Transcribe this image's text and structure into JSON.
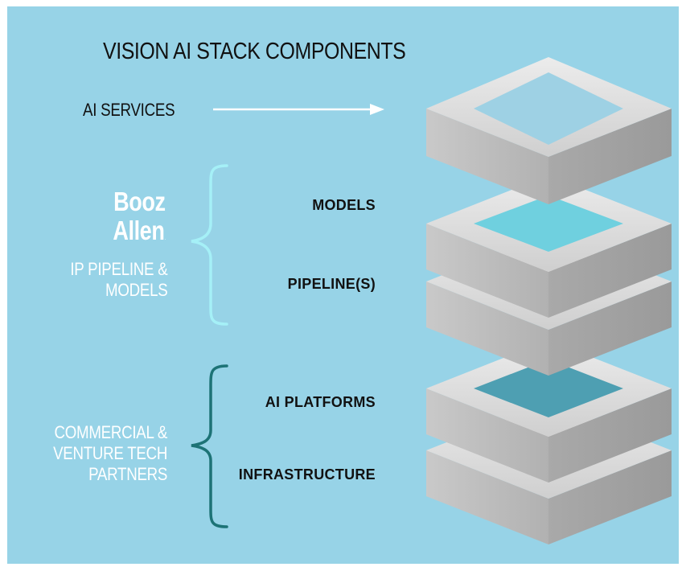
{
  "title": "VISION AI STACK COMPONENTS",
  "ai_services_label": "AI SERVICES",
  "logo": {
    "line1": "Booz",
    "line2": "Allen",
    "mark": "."
  },
  "ip_group": {
    "line1": "IP PIPELINE &",
    "line2": "MODELS"
  },
  "partners_group": {
    "line1": "COMMERCIAL &",
    "line2": "VENTURE TECH",
    "line3": "PARTNERS"
  },
  "layers": {
    "models": "MODELS",
    "pipelines": "PIPELINE(S)",
    "platforms": "AI PLATFORMS",
    "infrastructure": "INFRASTRUCTURE"
  },
  "colors": {
    "background": "#97d3e7",
    "brace_light": "#a5f0f7",
    "brace_dark": "#1d7376",
    "arrow": "#ffffff",
    "top_inset": "#9ed1e4",
    "models_inset": "#6fd0df",
    "platforms_inset": "#4e9fb2",
    "block_top": "#d9d9d9",
    "block_left": "#bdbdbd",
    "block_right": "#a6a6a6"
  }
}
